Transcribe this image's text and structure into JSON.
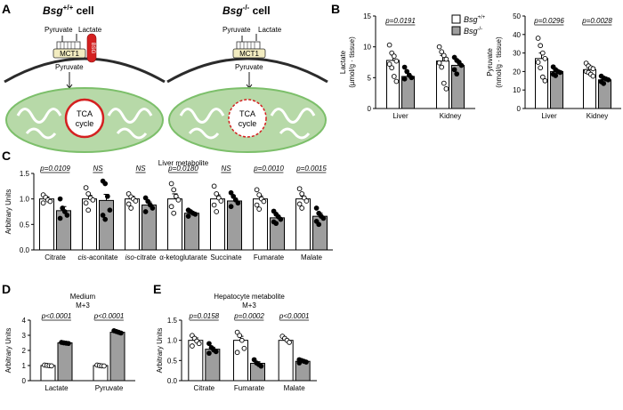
{
  "colors": {
    "open_bar": "#ffffff",
    "filled_bar": "#9e9e9e",
    "mito_fill": "#b7d9a8",
    "mito_stroke": "#7cbf6a",
    "cristae": "#ffffff",
    "tca_ring": "#d42020",
    "bsg": "#d42020",
    "membrane": "#2b2b2b",
    "mct1_fill": "#f2ecc0",
    "axis": "#000000"
  },
  "panels": {
    "A": {
      "letter": "A",
      "left_title_italic": "Bsg",
      "left_title_sup": "+/+",
      "left_title_rest": " cell",
      "right_title_italic": "Bsg",
      "right_title_sup": "-/-",
      "right_title_rest": " cell",
      "pyruvate": "Pyruvate",
      "lactate": "Lactate",
      "bsg": "BSG",
      "mct1": "MCT1",
      "tca_line1": "TCA",
      "tca_line2": "cycle"
    },
    "B": {
      "letter": "B"
    },
    "C": {
      "letter": "C"
    },
    "D": {
      "letter": "D"
    },
    "E": {
      "letter": "E"
    }
  },
  "legend": {
    "items": [
      {
        "label_italic": "Bsg",
        "label_sup": "+/+",
        "style": "open"
      },
      {
        "label_italic": "Bsg",
        "label_sup": "-/-",
        "style": "filled"
      }
    ]
  },
  "chart_data": [
    {
      "id": "B1",
      "type": "bar",
      "title": "",
      "ylabel_line1": "Lactate",
      "ylabel_line2": "(µmol/g · tissue)",
      "categories": [
        "Liver",
        "Kidney"
      ],
      "ylim": [
        0,
        15
      ],
      "yticks": [
        0,
        5,
        10,
        15
      ],
      "series": [
        {
          "name": "Bsg+/+",
          "style": "open",
          "values": [
            7.8,
            7.7
          ],
          "sem": [
            0.9,
            0.9
          ],
          "points": [
            [
              10.3,
              9.0,
              8.5,
              7.7,
              7.2,
              6.6,
              5.2,
              4.4
            ],
            [
              10.0,
              9.2,
              8.6,
              8.0,
              7.4,
              6.7,
              4.1,
              3.2
            ]
          ]
        },
        {
          "name": "Bsg-/-",
          "style": "filled",
          "values": [
            5.2,
            7.0
          ],
          "sem": [
            0.5,
            0.5
          ],
          "points": [
            [
              6.7,
              6.0,
              5.4,
              5.0,
              4.8
            ],
            [
              8.3,
              7.8,
              7.5,
              7.0,
              6.3,
              5.6
            ]
          ]
        }
      ],
      "annotations": [
        {
          "text": "p=0.0191",
          "category": 0
        }
      ]
    },
    {
      "id": "B2",
      "type": "bar",
      "title": "",
      "ylabel_line1": "Pyruvate",
      "ylabel_line2": "(nmol/g · tissue)",
      "categories": [
        "Liver",
        "Kidney"
      ],
      "ylim": [
        0,
        50
      ],
      "yticks": [
        0,
        10,
        20,
        30,
        40,
        50
      ],
      "series": [
        {
          "name": "Bsg+/+",
          "style": "open",
          "values": [
            27.0,
            21.0
          ],
          "sem": [
            3.0,
            1.0
          ],
          "points": [
            [
              38.0,
              34.0,
              30.0,
              27.0,
              25.0,
              22.0,
              17.0,
              15.0
            ],
            [
              24.5,
              23.0,
              22.0,
              21.5,
              20.0,
              19.5,
              18.5,
              17.5
            ]
          ]
        },
        {
          "name": "Bsg-/-",
          "style": "filled",
          "values": [
            20.0,
            15.5
          ],
          "sem": [
            0.8,
            0.6
          ],
          "points": [
            [
              22.5,
              21.0,
              20.0,
              19.5,
              18.5,
              17.8
            ],
            [
              17.5,
              16.5,
              16.0,
              15.5,
              14.5,
              13.5
            ]
          ]
        }
      ],
      "annotations": [
        {
          "text": "p=0.0296",
          "category": 0
        },
        {
          "text": "p=0.0028",
          "category": 1
        }
      ]
    },
    {
      "id": "C",
      "type": "bar",
      "title": "Liver metabolite",
      "ylabel_line1": "Arbitrary Units",
      "ylabel_line2": "",
      "categories": [
        "Citrate",
        "cis-aconitate",
        "iso-citrate",
        "α-ketoglutarate",
        "Succinate",
        "Fumarate",
        "Malate"
      ],
      "category_parts": [
        {
          "italic": "",
          "rest": "Citrate"
        },
        {
          "italic": "cis",
          "rest": "-aconitate"
        },
        {
          "italic": "iso",
          "rest": "-citrate"
        },
        {
          "italic": "",
          "rest": "α-ketoglutarate"
        },
        {
          "italic": "",
          "rest": "Succinate"
        },
        {
          "italic": "",
          "rest": "Fumarate"
        },
        {
          "italic": "",
          "rest": "Malate"
        }
      ],
      "ylim": [
        0,
        1.5
      ],
      "yticks": [
        0.0,
        0.5,
        1.0,
        1.5
      ],
      "series": [
        {
          "name": "Bsg+/+",
          "style": "open",
          "values": [
            1.0,
            1.0,
            1.0,
            1.0,
            1.0,
            1.0,
            1.0
          ],
          "sem": [
            0.04,
            0.07,
            0.05,
            0.1,
            0.08,
            0.06,
            0.05
          ],
          "points": [
            [
              1.08,
              1.03,
              0.98,
              0.95,
              0.92
            ],
            [
              1.22,
              1.1,
              1.02,
              0.98,
              0.92,
              0.78
            ],
            [
              1.1,
              1.04,
              1.0,
              0.96,
              0.9,
              0.82
            ],
            [
              1.3,
              1.18,
              1.05,
              0.98,
              0.85,
              0.72
            ],
            [
              1.25,
              1.1,
              1.02,
              0.96,
              0.88,
              0.75
            ],
            [
              1.18,
              1.08,
              1.0,
              0.95,
              0.88,
              0.8
            ],
            [
              1.2,
              1.1,
              1.02,
              0.96,
              0.9,
              0.82
            ]
          ]
        },
        {
          "name": "Bsg-/-",
          "style": "filled",
          "values": [
            0.77,
            0.97,
            0.88,
            0.72,
            0.96,
            0.63,
            0.66
          ],
          "sem": [
            0.08,
            0.12,
            0.06,
            0.03,
            0.06,
            0.05,
            0.06
          ],
          "points": [
            [
              1.0,
              0.82,
              0.75,
              0.68,
              0.62
            ],
            [
              1.35,
              1.3,
              1.05,
              0.78,
              0.68,
              0.6
            ],
            [
              1.02,
              0.95,
              0.88,
              0.82,
              0.75
            ],
            [
              0.78,
              0.75,
              0.72,
              0.7,
              0.66
            ],
            [
              1.12,
              1.05,
              0.98,
              0.92,
              0.85
            ],
            [
              0.76,
              0.7,
              0.65,
              0.6,
              0.55,
              0.52
            ],
            [
              0.82,
              0.72,
              0.66,
              0.62,
              0.56,
              0.5
            ]
          ]
        }
      ],
      "annotations": [
        {
          "text": "p=0.0109",
          "category": 0
        },
        {
          "text": "NS",
          "category": 1
        },
        {
          "text": "NS",
          "category": 2
        },
        {
          "text": "p=0.0180",
          "category": 3
        },
        {
          "text": "NS",
          "category": 4
        },
        {
          "text": "p=0.0010",
          "category": 5
        },
        {
          "text": "p=0.0015",
          "category": 6
        }
      ]
    },
    {
      "id": "D",
      "type": "bar",
      "title": "Medium",
      "subtitle": "M+3",
      "ylabel_line1": "Arbitrary Units",
      "ylabel_line2": "",
      "categories": [
        "Lactate",
        "Pyruvate"
      ],
      "ylim": [
        0,
        4
      ],
      "yticks": [
        0,
        1,
        2,
        3,
        4
      ],
      "series": [
        {
          "name": "Bsg+/+",
          "style": "open",
          "values": [
            1.0,
            1.0
          ],
          "sem": [
            0.03,
            0.03
          ],
          "points": [
            [
              1.03,
              1.01,
              0.99,
              0.98
            ],
            [
              1.03,
              1.0,
              0.98,
              0.97
            ]
          ]
        },
        {
          "name": "Bsg-/-",
          "style": "filled",
          "values": [
            2.5,
            3.2
          ],
          "sem": [
            0.03,
            0.05
          ],
          "points": [
            [
              2.53,
              2.5,
              2.48,
              2.46
            ],
            [
              3.3,
              3.25,
              3.2,
              3.15
            ]
          ]
        }
      ],
      "annotations": [
        {
          "text": "p<0.0001",
          "category": 0
        },
        {
          "text": "p<0.0001",
          "category": 1
        }
      ]
    },
    {
      "id": "E",
      "type": "bar",
      "title": "Hepatocyte metabolite",
      "subtitle": "M+3",
      "ylabel_line1": "Arbitrary Units",
      "ylabel_line2": "",
      "categories": [
        "Citrate",
        "Fumarate",
        "Malate"
      ],
      "ylim": [
        0,
        1.5
      ],
      "yticks": [
        0.0,
        0.5,
        1.0,
        1.5
      ],
      "series": [
        {
          "name": "Bsg+/+",
          "style": "open",
          "values": [
            1.0,
            1.0,
            1.0
          ],
          "sem": [
            0.06,
            0.1,
            0.04
          ],
          "points": [
            [
              1.12,
              1.05,
              0.98,
              0.92,
              0.86
            ],
            [
              1.2,
              1.12,
              1.0,
              0.8,
              0.7
            ],
            [
              1.1,
              1.05,
              1.0,
              0.95
            ]
          ]
        },
        {
          "name": "Bsg-/-",
          "style": "filled",
          "values": [
            0.78,
            0.43,
            0.48
          ],
          "sem": [
            0.05,
            0.04,
            0.02
          ],
          "points": [
            [
              0.92,
              0.82,
              0.76,
              0.72,
              0.68
            ],
            [
              0.52,
              0.44,
              0.4,
              0.36
            ],
            [
              0.52,
              0.5,
              0.48,
              0.46,
              0.44
            ]
          ]
        }
      ],
      "annotations": [
        {
          "text": "p=0.0158",
          "category": 0
        },
        {
          "text": "p=0.0002",
          "category": 1
        },
        {
          "text": "p<0.0001",
          "category": 2
        }
      ]
    }
  ]
}
